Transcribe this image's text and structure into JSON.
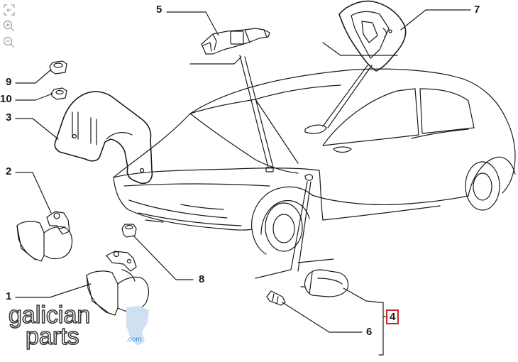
{
  "toolbar": {
    "items": [
      {
        "name": "fit-icon"
      },
      {
        "name": "zoom-in-icon"
      },
      {
        "name": "zoom-out-icon"
      }
    ]
  },
  "callouts": {
    "c1": "1",
    "c2": "2",
    "c3": "3",
    "c4": "4",
    "c5": "5",
    "c6": "6",
    "c7": "7",
    "c8": "8",
    "c9": "9",
    "c10": "10"
  },
  "brand": {
    "line1": "galician",
    "line2": "parts",
    "suffix": ".com"
  },
  "colors": {
    "line": "#1a1a1a",
    "highlight": "#c62828",
    "brand_accent": "#4a8fd8"
  }
}
